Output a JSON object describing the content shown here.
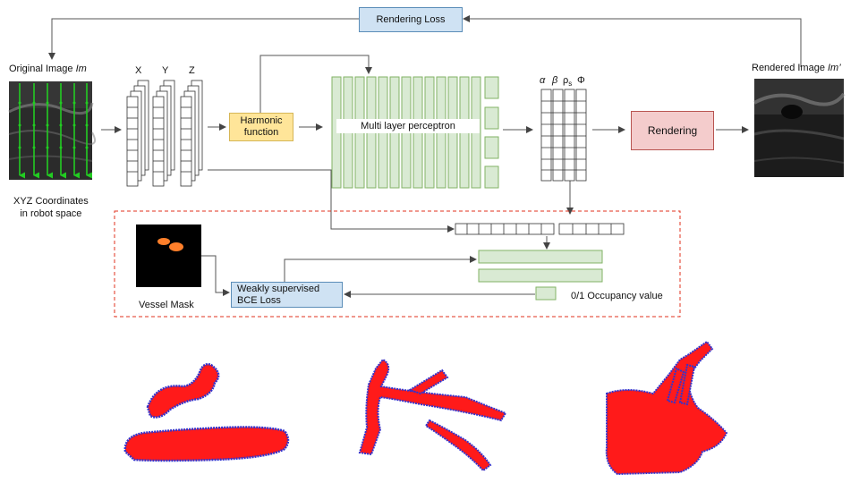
{
  "labels": {
    "rendering_loss": "Rendering Loss",
    "original_image_prefix": "Original Image ",
    "original_image_symbol": "Im",
    "rendered_image_prefix": "Rendered Image ",
    "rendered_image_symbol": "Im’",
    "coord_x": "X",
    "coord_y": "Y",
    "coord_z": "Z",
    "harmonic_line1": "Harmonic",
    "harmonic_line2": "function",
    "mlp": "Multi layer perceptron",
    "param_alpha": "α",
    "param_beta": "β",
    "param_rho": "ρ",
    "param_rho_sub": "s",
    "param_phi": "Φ",
    "rendering": "Rendering",
    "xyz_line1": "XYZ Coordinates",
    "xyz_line2": "in robot space",
    "vessel_mask": "Vessel Mask",
    "bce_line1": "Weakly supervised",
    "bce_line2": "BCE Loss",
    "occupancy": "0/1 Occupancy value"
  },
  "colors": {
    "loss_box": "#cfe2f3",
    "harmonic_box": "#ffe599",
    "rendering_box": "#f4cccc",
    "mlp_fill": "#d9ead3",
    "mlp_stroke": "#82b366",
    "dashed_border": "#e0301e",
    "vessel_red": "#ff1a1a",
    "vessel_blue": "#3333cc",
    "sample_line": "#22cc22"
  }
}
